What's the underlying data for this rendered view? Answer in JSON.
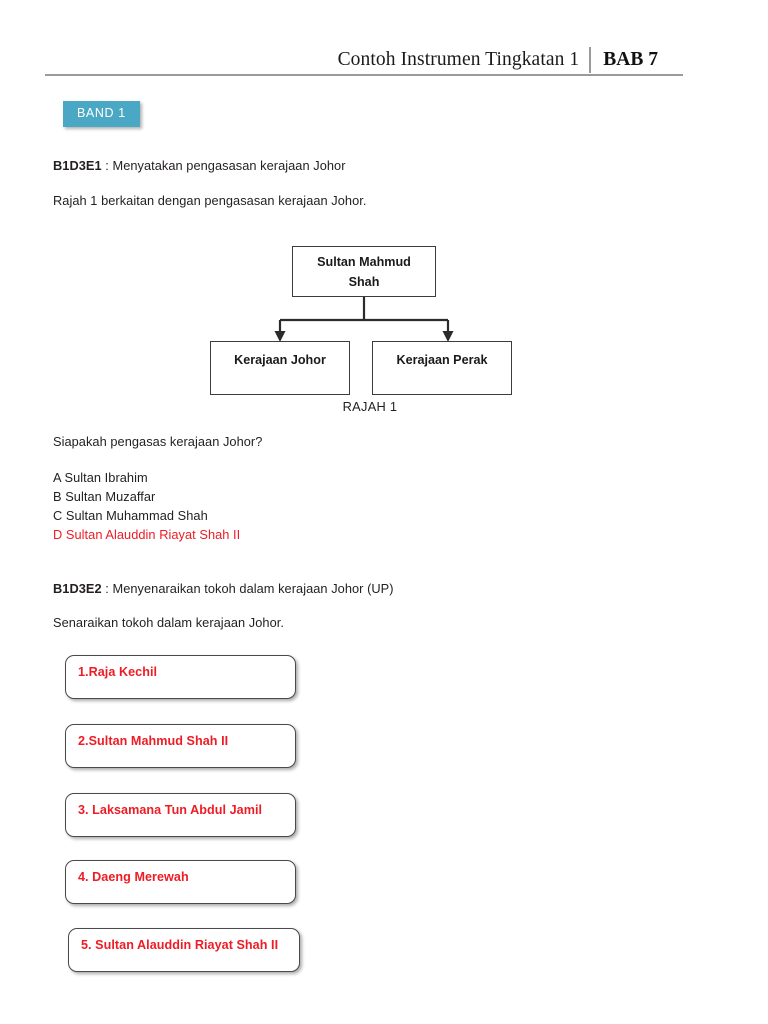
{
  "header": {
    "title": "Contoh Instrumen Tingkatan 1",
    "chapter": "BAB 7"
  },
  "band": {
    "label": "BAND 1",
    "color": "#4aa8c4"
  },
  "section1": {
    "code": "B1D3E1",
    "objective": " : Menyatakan pengasasan kerajaan Johor",
    "intro": "Rajah 1 berkaitan dengan pengasasan kerajaan Johor.",
    "question": "Siapakah pengasas kerajaan Johor?",
    "options": [
      {
        "text": "A Sultan Ibrahim",
        "correct": false
      },
      {
        "text": "B Sultan Muzaffar",
        "correct": false
      },
      {
        "text": "C Sultan Muhammad Shah",
        "correct": false
      },
      {
        "text": "D Sultan Alauddin Riayat Shah II",
        "correct": true
      }
    ],
    "answer_color": "#ee1c25"
  },
  "diagram": {
    "caption": "RAJAH 1",
    "root": "Sultan Mahmud\nShah",
    "root_line1": "Sultan Mahmud",
    "root_line2": "Shah",
    "children": [
      {
        "label": "Kerajaan Johor"
      },
      {
        "label": "Kerajaan Perak"
      }
    ]
  },
  "section2": {
    "code": "B1D3E2",
    "objective": " : Menyenaraikan tokoh dalam kerajaan Johor (UP)",
    "instruction": "Senaraikan tokoh dalam kerajaan Johor.",
    "answers": [
      "1.Raja Kechil",
      "2.Sultan Mahmud Shah II",
      "3. Laksamana Tun Abdul Jamil",
      "4. Daeng Merewah",
      "5. Sultan Alauddin Riayat Shah II"
    ]
  }
}
